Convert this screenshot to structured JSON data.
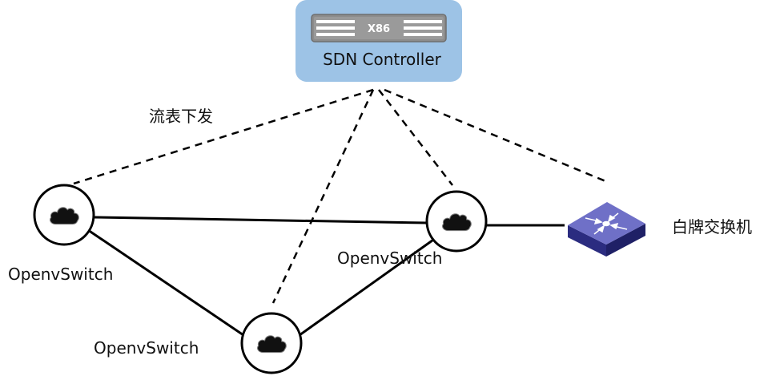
{
  "controller": {
    "server_label": "X86",
    "title": "SDN Controller",
    "colors": {
      "box_fill": "#9dc3e6",
      "server_fill": "#8c8c8c",
      "server_edge": "#6f6f6f",
      "slot_fill": "#ffffff"
    }
  },
  "annotation": {
    "flow_label": "流表下发"
  },
  "nodes": {
    "switch_left": {
      "label": "OpenvSwitch",
      "icon": "cloud-icon"
    },
    "switch_right": {
      "label": "OpenvSwitch",
      "icon": "cloud-icon"
    },
    "switch_bottom": {
      "label": "OpenvSwitch",
      "icon": "cloud-icon"
    },
    "whitebox_switch": {
      "label": "白牌交换机",
      "icon": "switch-icon"
    }
  },
  "colors": {
    "line": "#000000",
    "switch_top": "#6f70c7",
    "switch_side": "#2b2c80",
    "switch_arrow": "#ffffff"
  }
}
